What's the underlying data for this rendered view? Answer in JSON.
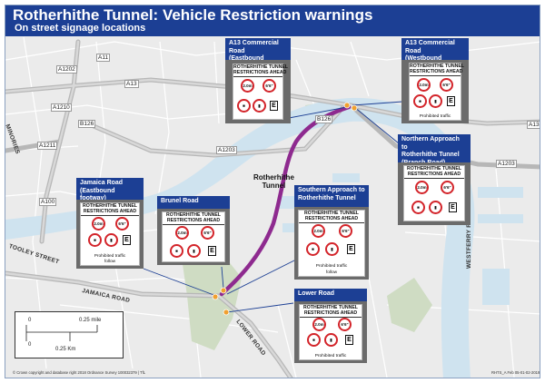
{
  "title": "Rotherhithe Tunnel: Vehicle Restriction warnings",
  "subtitle": "On street signage locations",
  "tunnel_label_line1": "Rotherhithe",
  "tunnel_label_line2": "Tunnel",
  "road_labels": {
    "a11": "A11",
    "a1202": "A1202",
    "a13_west": "A13",
    "a1210": "A1210",
    "b126_west": "B126",
    "a1211": "A1211",
    "a100": "A100",
    "a1203_west": "A1203",
    "b126_east": "B126",
    "a13_east": "A13",
    "a1203_east": "A1203",
    "minories": "MINORIES",
    "tooley_street": "TOOLEY STREET",
    "jamaica_road": "JAMAICA ROAD",
    "lower_road": "LOWER ROAD",
    "westferry_road": "WESTFERRY ROAD"
  },
  "sign_text": {
    "header_line1": "ROTHERHITHE TUNNEL",
    "header_line2": "RESTRICTIONS AHEAD",
    "prohibited": "Prohibited traffic",
    "follow": "follow",
    "e_plate": "E",
    "height_limit": "2.0m",
    "width_limit": "6'6\""
  },
  "cards": [
    {
      "title_line1": "A13 Commercial Road",
      "title_line2": "(Eastbound footway)"
    },
    {
      "title_line1": "A13 Commercial Road",
      "title_line2": "(Westbound footway)"
    },
    {
      "title_line1": "Northern Approach to",
      "title_line2": "Rotherhithe Tunnel",
      "title_line3": "(Branch Road)"
    },
    {
      "title_line1": "Jamaica Road",
      "title_line2": "(Eastbound footway)"
    },
    {
      "title_line1": "Brunel Road"
    },
    {
      "title_line1": "Southern Approach to",
      "title_line2": "Rotherhithe Tunnel"
    },
    {
      "title_line1": "Lower Road"
    }
  ],
  "scale": {
    "zero_top": "0",
    "mile": "0.25 mile",
    "zero_bottom": "0",
    "km": "0.25 Km"
  },
  "copyright": "© Crown copyright and database right 2018 Ordnance Survey 100032379 | TfL",
  "reference": "RHTS_A Feb 05-01-02-2019",
  "colors": {
    "header_blue": "#1c3f94",
    "tunnel_purple": "#8e2a8f",
    "river": "#cfe3ef",
    "road_grey": "#b7b7b7",
    "marker_orange": "#f0a030",
    "sign_red": "#d3242a"
  }
}
